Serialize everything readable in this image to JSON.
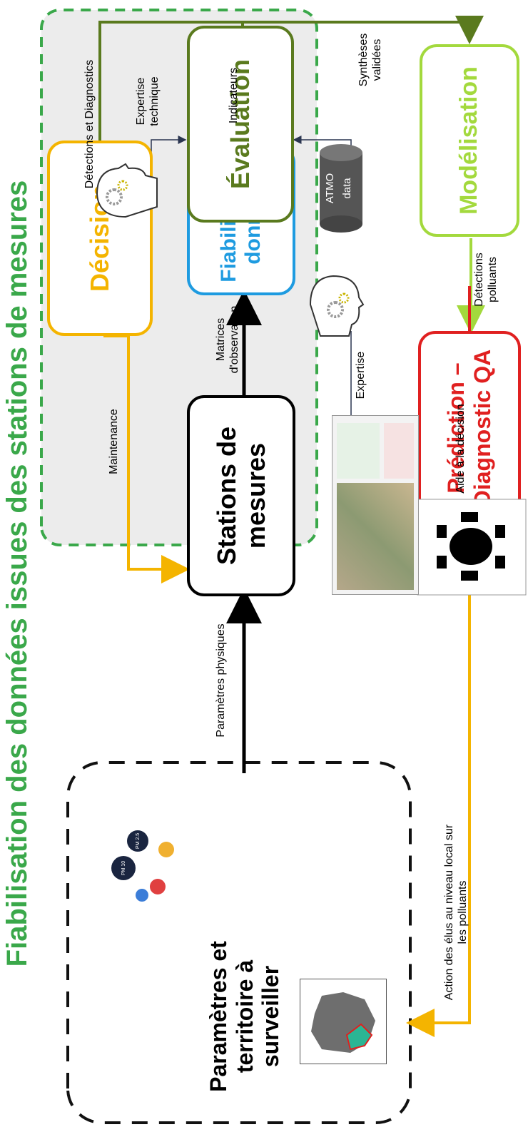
{
  "title": "Fiabilisation des données issues des stations de mesures",
  "boxes": {
    "parametres": "Paramètres et territoire à surveiller",
    "stations": "Stations de mesures",
    "fiabilite": "Fiabilité des données",
    "evaluation": "Évaluation",
    "decision": "Décision",
    "prediction": "Prédiction – Diagnostic QA",
    "modelisation": "Modélisation"
  },
  "labels": {
    "parametres_physiques": "Paramètres physiques",
    "matrices": "Matrices d'observation",
    "indicateurs": "Indicateurs",
    "maintenance": "Maintenance",
    "detections_diagnostics": "Détections et Diagnostics",
    "expertise_technique": "Expertise technique",
    "syntheses": "Synthèses validées",
    "detections_polluants": "Détections polluants",
    "expertise": "Expertise",
    "aide_decision": "Aide à la décision",
    "action_elus": "Action des élus au niveau local sur les polluants"
  },
  "cylinder": {
    "line1": "ATMO",
    "line2": "data"
  },
  "pollutants": {
    "pm10": "PM 10",
    "pm25": "PM 2.5"
  },
  "colors": {
    "title_green": "#3aa84a",
    "evaluation": "#5a7a1e",
    "decision": "#f4b400",
    "fiabilite": "#1e9be0",
    "prediction": "#e02020",
    "modelisation": "#a3d93d",
    "stations": "#000000",
    "region_gray": "#ececec"
  },
  "icons": [
    "head-gears-icon",
    "head-gears-icon",
    "database-cylinder-icon",
    "meeting-table-icon",
    "map-icon",
    "dashboard-screenshot"
  ]
}
